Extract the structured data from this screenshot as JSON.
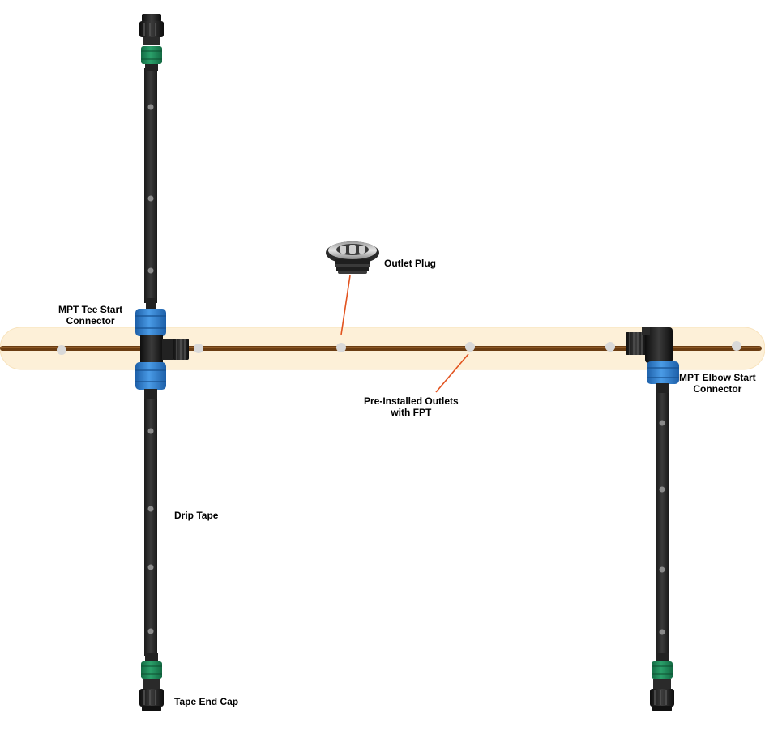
{
  "labels": {
    "outlet_plug": "Outlet Plug",
    "mpt_tee_start_connector": [
      "MPT Tee Start",
      "Connector"
    ],
    "mpt_elbow_start_connector": [
      "MPT Elbow Start",
      "Connector"
    ],
    "pre_installed_outlets": [
      "Pre-Installed Outlets",
      "with FPT"
    ],
    "drip_tape": "Drip Tape",
    "tape_end_cap": "Tape End Cap"
  },
  "colors": {
    "mainline_highlight": "#fdf0d8",
    "mainline_pipe": "#6b3d12",
    "drip_tape": "#2b2b2b",
    "emitter_dot": "#d7d7d7",
    "outlet_fitting": "#d9d9d9",
    "connector_blue": "#2f7fd0",
    "connector_green": "#1f8a5a",
    "fitting_black": "#1c1c1c",
    "leader_line": "#e2531f"
  },
  "icons": {
    "outlet_plug": "outlet-plug-icon",
    "tee_connector": "tee-connector-icon",
    "elbow_connector": "elbow-connector-icon",
    "end_cap": "tape-end-cap-icon"
  }
}
